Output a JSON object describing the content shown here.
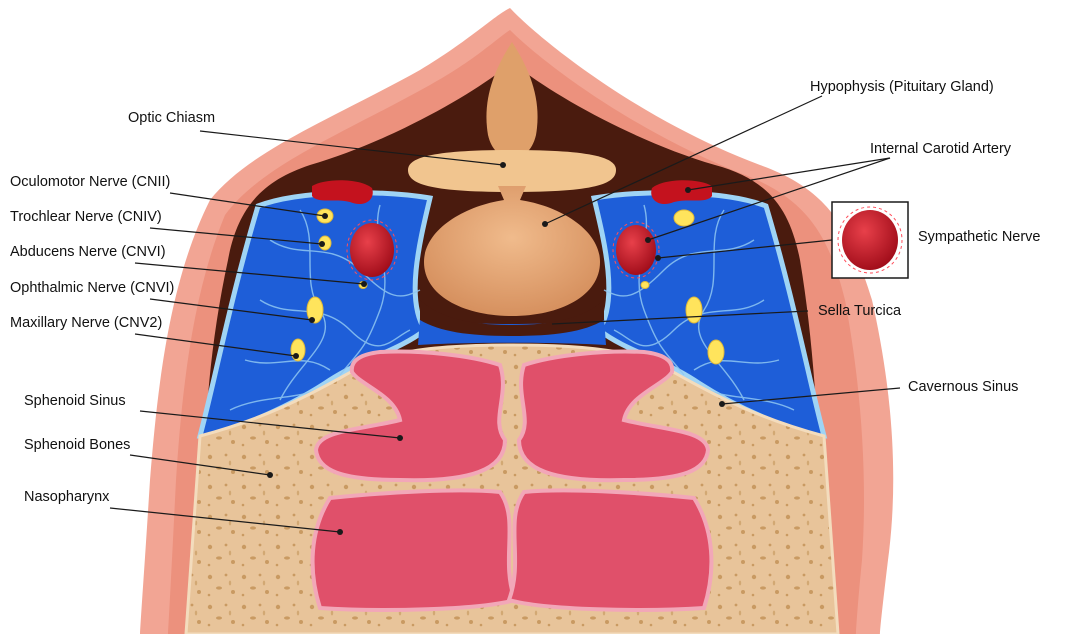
{
  "colors": {
    "skin_outer": "#f2a594",
    "skin_inner": "#e88b78",
    "dura": "#4a1b0e",
    "bone": "#e8c49a",
    "bone_speck": "#c99a62",
    "sinus_blue": "#1e5ed8",
    "sinus_light": "#9fd4f5",
    "artery": "#c4121e",
    "nerve": "#ffe45c",
    "cavity": "#e0506a",
    "cavity_edge": "#f2a7b8",
    "gland": "#dfa06a",
    "chiasm": "#f1c58f"
  },
  "labels": {
    "optic_chiasm": "Optic Chiasm",
    "oculomotor": "Oculomotor Nerve (CNII)",
    "trochlear": "Trochlear Nerve (CNIV)",
    "abducens": "Abducens Nerve (CNVI)",
    "ophthalmic": "Ophthalmic Nerve (CNVI)",
    "maxillary": "Maxillary Nerve (CNV2)",
    "sphenoid_sinus": "Sphenoid Sinus",
    "sphenoid_bones": "Sphenoid Bones",
    "nasopharynx": "Nasopharynx",
    "hypophysis": "Hypophysis (Pituitary Gland)",
    "internal_carotid": "Internal Carotid Artery",
    "sympathetic": "Sympathetic Nerve",
    "sella_turcica": "Sella Turcica",
    "cavernous_sinus": "Cavernous Sinus"
  }
}
